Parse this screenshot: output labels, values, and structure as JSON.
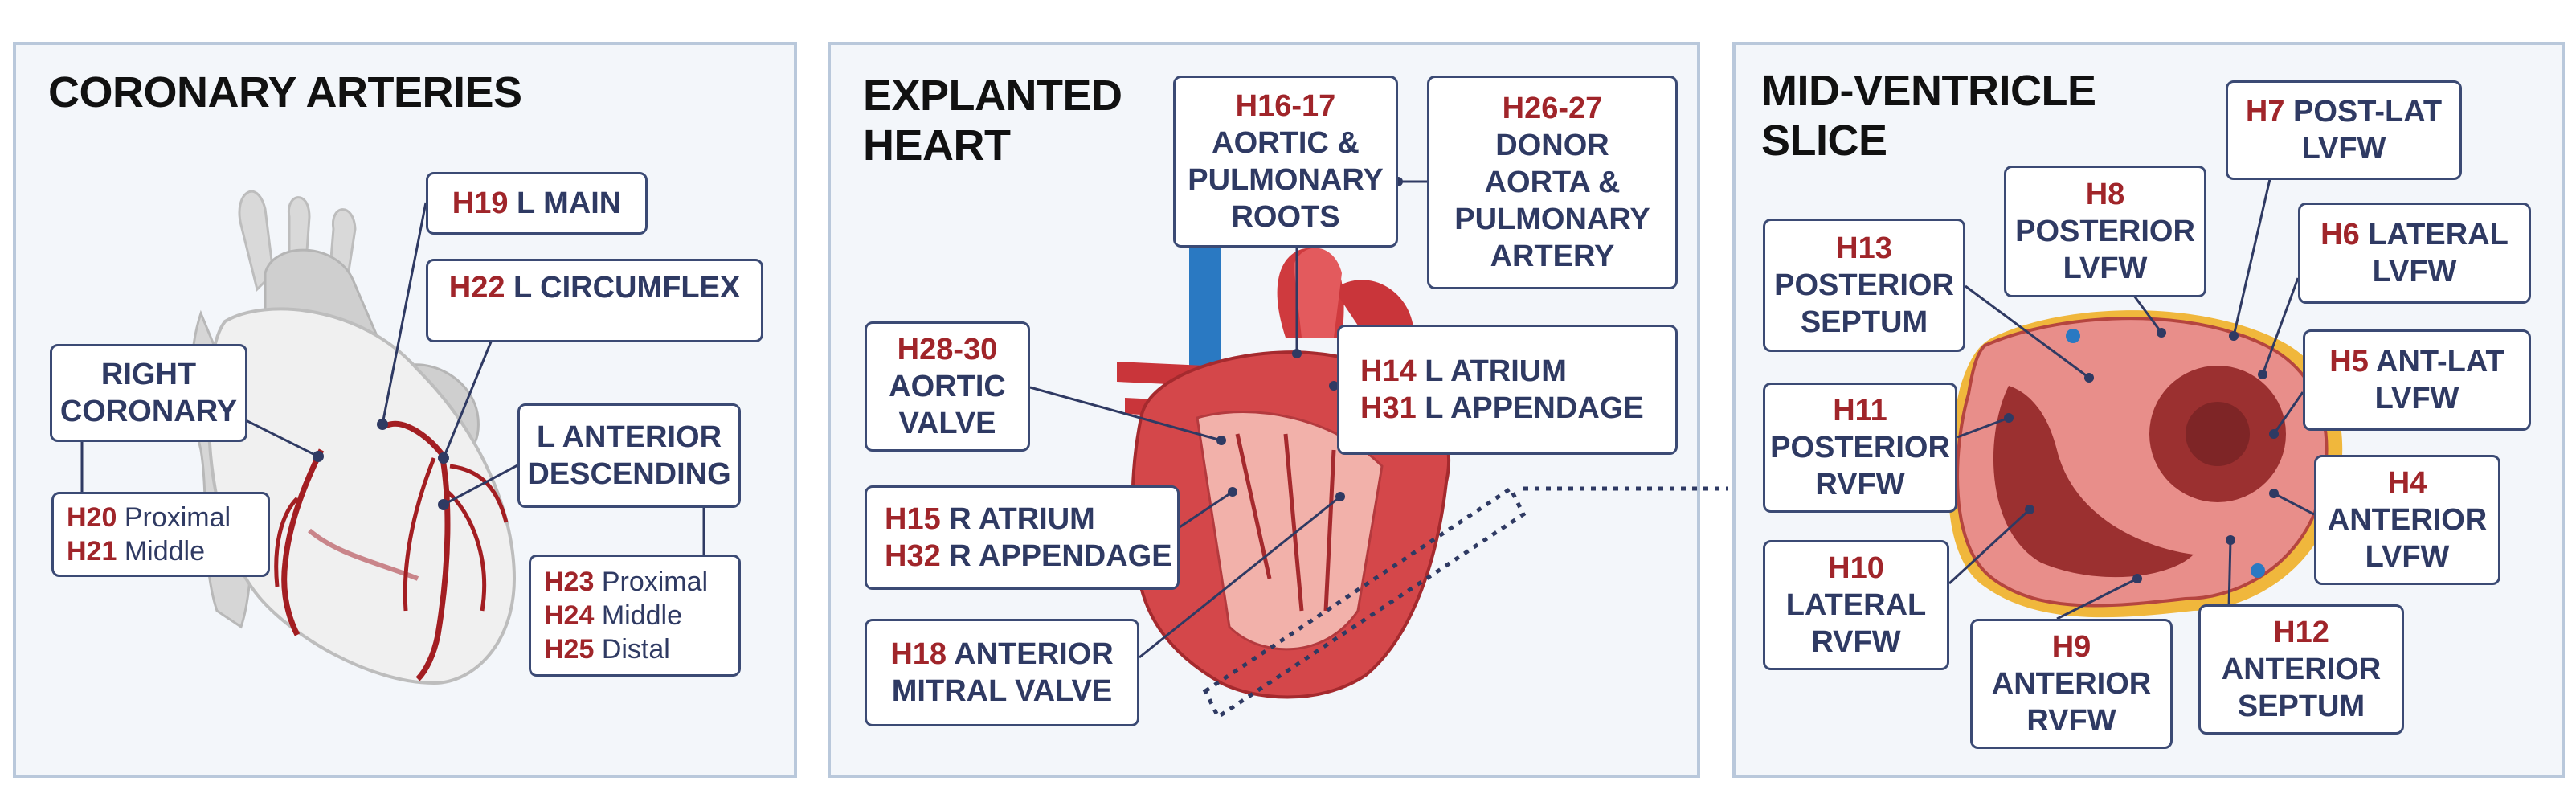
{
  "panels": {
    "coronary": {
      "title": "CORONARY ARTERIES"
    },
    "explanted": {
      "title_line1": "EXPLANTED",
      "title_line2": "HEART"
    },
    "slice": {
      "title_line1": "MID-VENTRICLE",
      "title_line2": "SLICE"
    }
  },
  "coronary_labels": {
    "h19": {
      "code": "H19",
      "text": "L MAIN"
    },
    "h22": {
      "code": "H22",
      "text": "L CIRCUMFLEX"
    },
    "right_coronary": {
      "line1": "RIGHT",
      "line2": "CORONARY"
    },
    "h20": {
      "code": "H20",
      "text": "Proximal"
    },
    "h21": {
      "code": "H21",
      "text": "Middle"
    },
    "lad": {
      "line1": "L ANTERIOR",
      "line2": "DESCENDING"
    },
    "h23": {
      "code": "H23",
      "text": "Proximal"
    },
    "h24": {
      "code": "H24",
      "text": "Middle"
    },
    "h25": {
      "code": "H25",
      "text": "Distal"
    }
  },
  "heart_labels": {
    "h16_17": {
      "code": "H16-17",
      "line1": "AORTIC &",
      "line2": "PULMONARY",
      "line3": "ROOTS"
    },
    "h26_27": {
      "code": "H26-27",
      "line1": "DONOR",
      "line2": "AORTA &",
      "line3": "PULMONARY",
      "line4": "ARTERY"
    },
    "h28_30": {
      "code": "H28-30",
      "line1": "AORTIC",
      "line2": "VALVE"
    },
    "h14": {
      "code": "H14",
      "text": "L ATRIUM"
    },
    "h31": {
      "code": "H31",
      "text": "L APPENDAGE"
    },
    "h15": {
      "code": "H15",
      "text": "R ATRIUM"
    },
    "h32": {
      "code": "H32",
      "text": "R APPENDAGE"
    },
    "h18": {
      "code": "H18",
      "text": "ANTERIOR",
      "line2": "MITRAL VALVE"
    }
  },
  "slice_labels": {
    "h7": {
      "code": "H7",
      "text": "POST-LAT",
      "line2": "LVFW"
    },
    "h8": {
      "code": "H8",
      "line1": "POSTERIOR",
      "line2": "LVFW"
    },
    "h13": {
      "code": "H13",
      "line1": "POSTERIOR",
      "line2": "SEPTUM"
    },
    "h6": {
      "code": "H6",
      "text": "LATERAL",
      "line2": "LVFW"
    },
    "h5": {
      "code": "H5",
      "text": "ANT-LAT",
      "line2": "LVFW"
    },
    "h11": {
      "code": "H11",
      "line1": "POSTERIOR",
      "line2": "RVFW"
    },
    "h4": {
      "code": "H4",
      "line1": "ANTERIOR",
      "line2": "LVFW"
    },
    "h10": {
      "code": "H10",
      "line1": "LATERAL",
      "line2": "RVFW"
    },
    "h9": {
      "code": "H9",
      "line1": "ANTERIOR",
      "line2": "RVFW"
    },
    "h12": {
      "code": "H12",
      "line1": "ANTERIOR",
      "line2": "SEPTUM"
    }
  },
  "colors": {
    "code_red": "#a0252a",
    "label_navy": "#2f3a63",
    "panel_border": "#b9c8db",
    "panel_bg": "#f3f6fa"
  }
}
